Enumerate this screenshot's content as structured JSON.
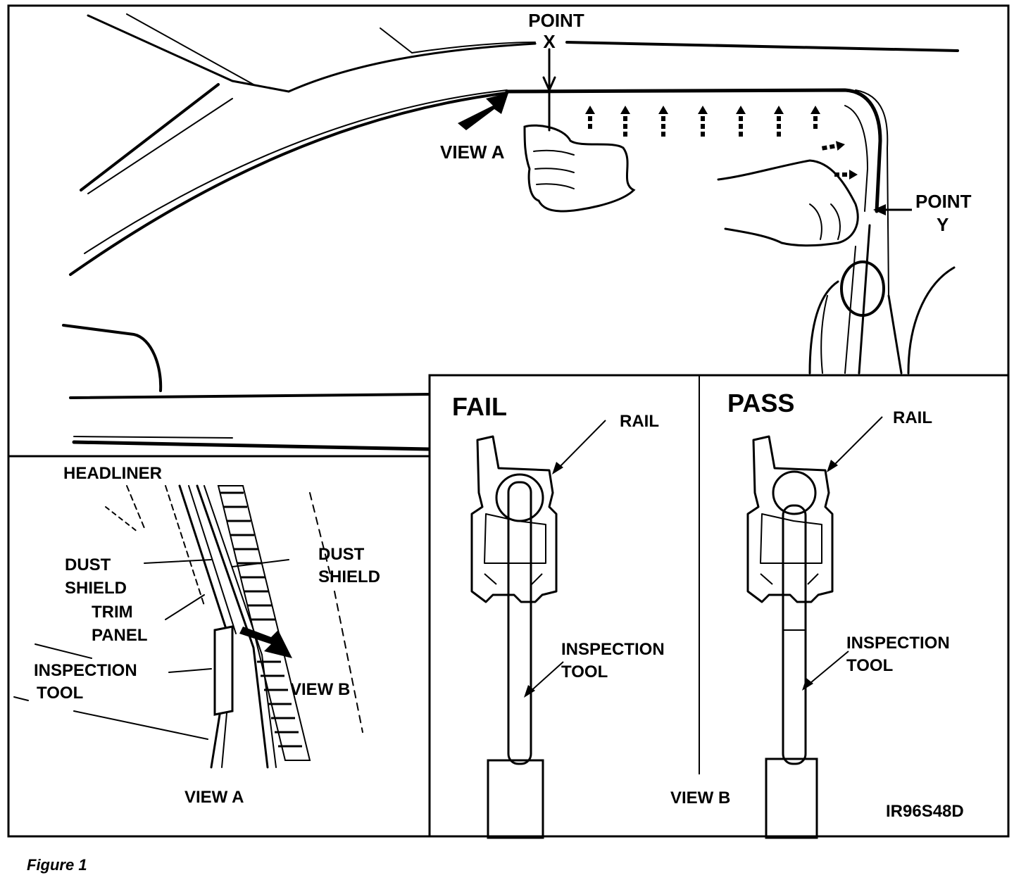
{
  "labels": {
    "point_x_1": "POINT",
    "point_x_2": "X",
    "point_y_1": "POINT",
    "point_y_2": "Y",
    "view_a_top": "VIEW A",
    "headliner": "HEADLINER",
    "dust_shield_left_1": "DUST",
    "dust_shield_left_2": "SHIELD",
    "trim_panel_1": "TRIM",
    "trim_panel_2": "PANEL",
    "inspection_tool_left_1": "INSPECTION",
    "inspection_tool_left_2": "TOOL",
    "dust_shield_right_1": "DUST",
    "dust_shield_right_2": "SHIELD",
    "view_b_arrow": "VIEW B",
    "view_a_bottom": "VIEW A",
    "fail": "FAIL",
    "pass": "PASS",
    "rail_fail": "RAIL",
    "rail_pass": "RAIL",
    "inspection_tool_fail_1": "INSPECTION",
    "inspection_tool_fail_2": "TOOL",
    "inspection_tool_pass_1": "INSPECTION",
    "inspection_tool_pass_2": "TOOL",
    "view_b_bottom": "VIEW B",
    "figure_id": "IR96S48D"
  },
  "caption": "Figure 1"
}
